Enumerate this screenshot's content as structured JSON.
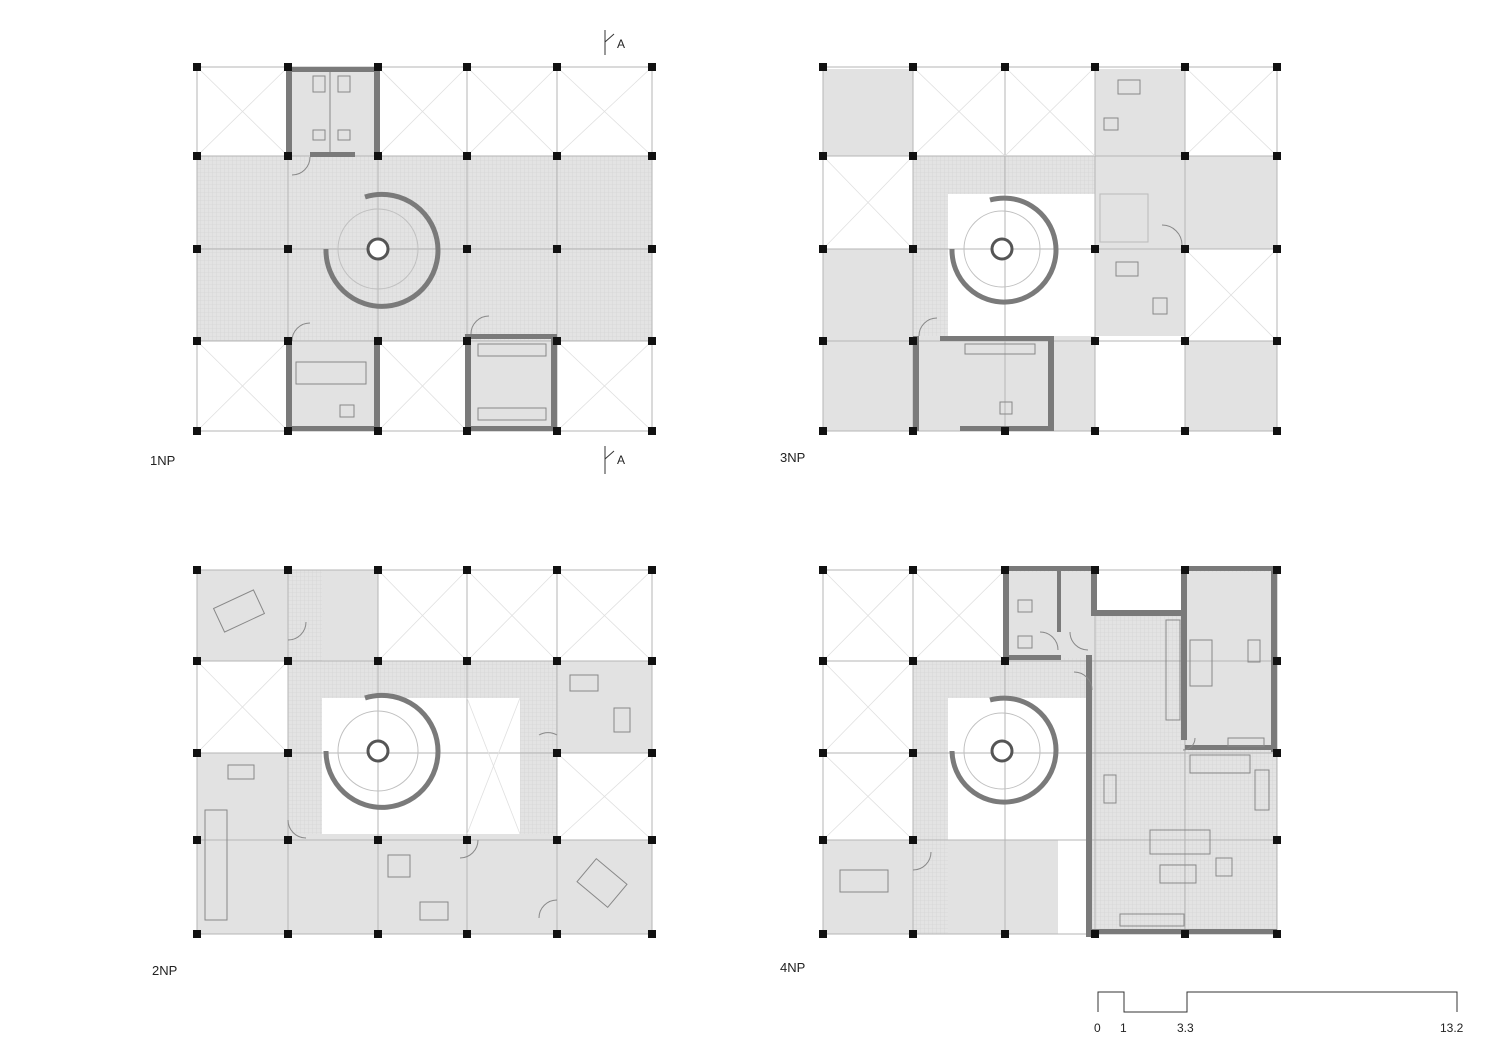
{
  "plans": [
    {
      "label": "1NP"
    },
    {
      "label": "3NP"
    },
    {
      "label": "2NP"
    },
    {
      "label": "4NP"
    }
  ],
  "section_marker": "A",
  "scale_bar": {
    "ticks": [
      "0",
      "1",
      "3.3",
      "13.2"
    ]
  },
  "colors": {
    "floor": "#e2e2e2",
    "wall": "#7a7a7a",
    "column": "#111111",
    "line": "#b5b5b5"
  }
}
